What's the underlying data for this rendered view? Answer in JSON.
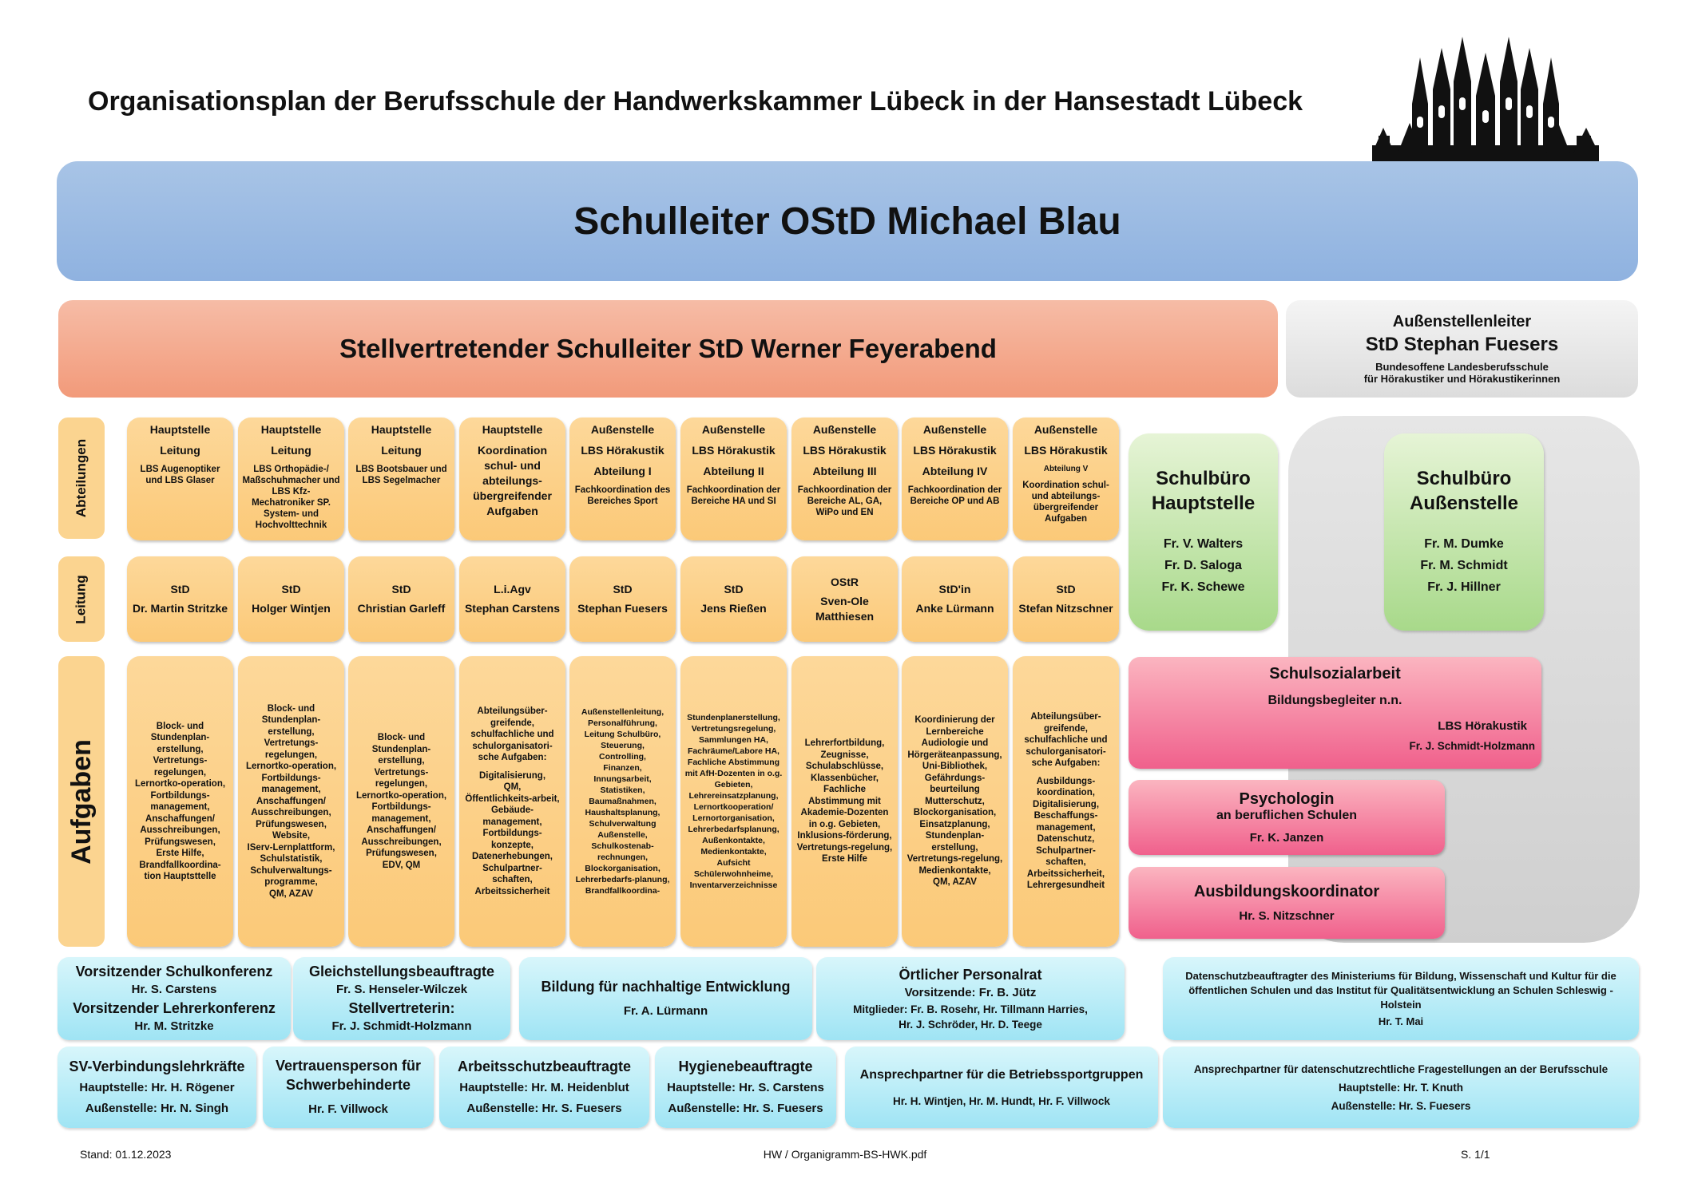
{
  "header": {
    "title": "Organisationsplan der Berufsschule der Handwerkskammer Lübeck in der Hansestadt Lübeck",
    "logo_icon": "luebeck-skyline-icon"
  },
  "head": {
    "title": "Schulleiter OStD Michael Blau"
  },
  "deputy": {
    "title": "Stellvertretender Schulleiter StD Werner Feyerabend"
  },
  "branch_head": {
    "role": "Außenstellenleiter",
    "name": "StD Stephan Fuesers",
    "desc1": "Bundesoffene Landesberufsschule",
    "desc2": "für Hörakustiker und Hörakustikerinnen"
  },
  "row_labels": {
    "abteilungen": "Abteilungen",
    "leitung": "Leitung",
    "aufgaben": "Aufgaben"
  },
  "departments": [
    {
      "abteilung": [
        "Hauptstelle",
        "Leitung",
        "LBS Augenoptiker und LBS Glaser"
      ],
      "leitung": [
        "StD",
        "Dr. Martin Stritzke"
      ],
      "aufgaben": [
        "Block- und Stundenplan-erstellung,",
        "Vertretungs-regelungen,",
        "Lernortko-operation,",
        "Fortbildungs-management,",
        "Anschaffungen/ Ausschreibungen,",
        "Prüfungswesen,",
        "Erste Hilfe,",
        "Brandfallkoordina-tion Hauptsttelle"
      ]
    },
    {
      "abteilung": [
        "Hauptstelle",
        "Leitung",
        "LBS Orthopädie-/ Maßschuhmacher und LBS Kfz-Mechatroniker SP. System- und Hochvolttechnik"
      ],
      "leitung": [
        "StD",
        "Holger Wintjen"
      ],
      "aufgaben": [
        "Block- und Stundenplan-erstellung,",
        "Vertretungs-regelungen,",
        "Lernortko-operation,",
        "Fortbildungs-management,",
        "Anschaffungen/ Ausschreibungen,",
        "Prüfungswesen,",
        "Website,",
        "IServ-Lernplattform,",
        "Schulstatistik,",
        "Schulverwaltungs-programme,",
        "QM, AZAV"
      ]
    },
    {
      "abteilung": [
        "Hauptstelle",
        "Leitung",
        "LBS Bootsbauer und LBS Segelmacher"
      ],
      "leitung": [
        "StD",
        "Christian Garleff"
      ],
      "aufgaben": [
        "Block- und Stundenplan-erstellung,",
        "Vertretungs-regelungen,",
        "Lernortko-operation,",
        "Fortbildungs-management,",
        "Anschaffungen/ Ausschreibungen,",
        "Prüfungswesen,",
        "EDV, QM"
      ]
    },
    {
      "abteilung": [
        "Hauptstelle",
        "Koordination schul- und abteilungs-übergreifender Aufgaben"
      ],
      "leitung": [
        "L.i.Agv",
        "Stephan Carstens"
      ],
      "aufgaben": [
        "Abteilungsüber-greifende, schulfachliche und schulorganisatori-sche Aufgaben:",
        "Digitalisierung,",
        "QM,",
        "Öffentlichkeits-arbeit,",
        "Gebäude-management,",
        "Fortbildungs-konzepte,",
        "Datenerhebungen,",
        "Schulpartner-schaften,",
        "Arbeitssicherheit"
      ]
    },
    {
      "abteilung": [
        "Außenstelle",
        "LBS Hörakustik",
        "Abteilung I",
        "Fachkoordination des Bereiches Sport"
      ],
      "leitung": [
        "StD",
        "Stephan Fuesers"
      ],
      "aufgaben": [
        "Außenstellenleitung,",
        "Personalführung,",
        "Leitung Schulbüro,",
        "Steuerung,",
        "Controlling,",
        "Finanzen,",
        "Innungsarbeit,",
        "Statistiken,",
        "Baumaßnahmen,",
        "Haushaltsplanung,",
        "Schulverwaltung Außenstelle,",
        "Schulkostenab-rechnungen,",
        "Blockorganisation,",
        "Lehrerbedarfs-planung,",
        "Brandfallkoordina-"
      ]
    },
    {
      "abteilung": [
        "Außenstelle",
        "LBS Hörakustik",
        "Abteilung II",
        "Fachkoordination der Bereiche HA und SI"
      ],
      "leitung": [
        "StD",
        "Jens Rießen"
      ],
      "aufgaben": [
        "Stundenplanerstellung,",
        "Vertretungsregelung,",
        "Sammlungen HA,",
        "Fachräume/Labore HA,",
        "Fachliche Abstimmung mit AfH-Dozenten in o.g. Gebieten,",
        "Lehrereinsatzplanung,",
        "Lernortkooperation/ Lernortorganisation,",
        "Lehrerbedarfsplanung,",
        "Außenkontakte,",
        "Medienkontakte,",
        "Aufsicht Schülerwohnheime,",
        "Inventarverzeichnisse"
      ]
    },
    {
      "abteilung": [
        "Außenstelle",
        "LBS Hörakustik",
        "Abteilung III",
        "Fachkoordination der Bereiche AL, GA, WiPo und EN"
      ],
      "leitung": [
        "OStR",
        "Sven-Ole Matthiesen"
      ],
      "aufgaben": [
        "Lehrerfortbildung,",
        "Zeugnisse,",
        "Schulabschlüsse,",
        "Klassenbücher,",
        "Fachliche Abstimmung mit Akademie-Dozenten in o.g. Gebieten,",
        "Inklusions-förderung,",
        "Vertretungs-regelung,",
        "Erste Hilfe"
      ]
    },
    {
      "abteilung": [
        "Außenstelle",
        "LBS Hörakustik",
        "Abteilung IV",
        "Fachkoordination der Bereiche OP und AB"
      ],
      "leitung": [
        "StD'in",
        "Anke Lürmann"
      ],
      "aufgaben": [
        "Koordinierung der Lernbereiche Audiologie und Hörgeräteanpassung,",
        "Uni-Bibliothek,",
        "Gefährdungs-beurteilung Mutterschutz,",
        "Blockorganisation,",
        "Einsatzplanung,",
        "Stundenplan-erstellung,",
        "Vertretungs-regelung,",
        "Medienkontakte,",
        "QM, AZAV"
      ]
    },
    {
      "abteilung": [
        "Außenstelle",
        "LBS Hörakustik",
        "Abteilung V",
        "Koordination schul- und abteilungs-übergreifender Aufgaben"
      ],
      "leitung": [
        "StD",
        "Stefan Nitzschner"
      ],
      "aufgaben": [
        "Abteilungsüber-greifende, schulfachliche und schulorganisatori-sche Aufgaben:",
        "Ausbildungs-koordination,",
        "Digitalisierung,",
        "Beschaffungs-management,",
        "Datenschutz,",
        "Schulpartner-schaften,",
        "Arbeitssicherheit,",
        "Lehrergesundheit"
      ]
    }
  ],
  "office_main": {
    "title1": "Schulbüro",
    "title2": "Hauptstelle",
    "staff": [
      "Fr. V. Walters",
      "Fr. D. Saloga",
      "Fr. K. Schewe"
    ]
  },
  "office_branch": {
    "title1": "Schulbüro",
    "title2": "Außenstelle",
    "staff": [
      "Fr. M. Dumke",
      "Fr. M. Schmidt",
      "Fr. J. Hillner"
    ]
  },
  "social_work": {
    "title": "Schulsozialarbeit",
    "sub": "Bildungsbegleiter n.n.",
    "branch": "LBS Hörakustik",
    "name": "Fr. J. Schmidt-Holzmann"
  },
  "psychologist": {
    "title": "Psychologin",
    "sub": "an beruflichen Schulen",
    "name": "Fr. K. Janzen"
  },
  "training_coord": {
    "title": "Ausbildungskoordinator",
    "name": "Hr. S. Nitzschner"
  },
  "bottom_row1": {
    "conference": {
      "t1": "Vorsitzender Schulkonferenz",
      "n1": "Hr. S. Carstens",
      "t2": "Vorsitzender Lehrerkonferenz",
      "n2": "Hr. M. Stritzke"
    },
    "equality": {
      "title": "Gleichstellungsbeauftragte",
      "name": "Fr. S. Henseler-Wilczek",
      "deputy": "Stellvertreterin:",
      "deputy_name": "Fr. J. Schmidt-Holzmann"
    },
    "sustainability": {
      "title": "Bildung für nachhaltige Entwicklung",
      "name": "Fr. A. Lürmann"
    },
    "staff_council": {
      "title": "Örtlicher Personalrat",
      "chair": "Vorsitzende: Fr. B. Jütz",
      "members1": "Mitglieder: Fr. B. Rosehr, Hr. Tillmann Harries,",
      "members2": "Hr. J. Schröder, Hr. D. Teege"
    },
    "data_protection_ministry": {
      "text": "Datenschutzbeauftragter des Ministeriums für Bildung, Wissenschaft und Kultur für die öffentlichen Schulen und das Institut für Qualitätsentwicklung an Schulen Schleswig - Holstein",
      "name": "Hr. T. Mai"
    }
  },
  "bottom_row2": {
    "sv": {
      "title": "SV-Verbindungslehrkräfte",
      "main": "Hauptstelle: Hr. H. Rögener",
      "branch": "Außenstelle: Hr. N. Singh"
    },
    "disabled": {
      "title": "Vertrauensperson für Schwerbehinderte",
      "name": "Hr. F. Villwock"
    },
    "safety": {
      "title": "Arbeitsschutzbeauftragte",
      "main": "Hauptstelle: Hr. M. Heidenblut",
      "branch": "Außenstelle: Hr. S. Fuesers"
    },
    "hygiene": {
      "title": "Hygienebeauftragte",
      "main": "Hauptstelle: Hr. S. Carstens",
      "branch": "Außenstelle: Hr. S. Fuesers"
    },
    "sports": {
      "title": "Ansprechpartner für die Betriebssportgruppen",
      "names": "Hr. H. Wintjen, Hr. M. Hundt, Hr. F. Villwock"
    },
    "data_protection_school": {
      "title": "Ansprechpartner für datenschutzrechtliche Fragestellungen an der Berufsschule",
      "main": "Hauptstelle: Hr. T. Knuth",
      "branch": "Außenstelle: Hr. S. Fuesers"
    }
  },
  "footer": {
    "date": "Stand: 01.12.2023",
    "file": "HW / Organigramm-BS-HWK.pdf",
    "page": "S. 1/1"
  }
}
